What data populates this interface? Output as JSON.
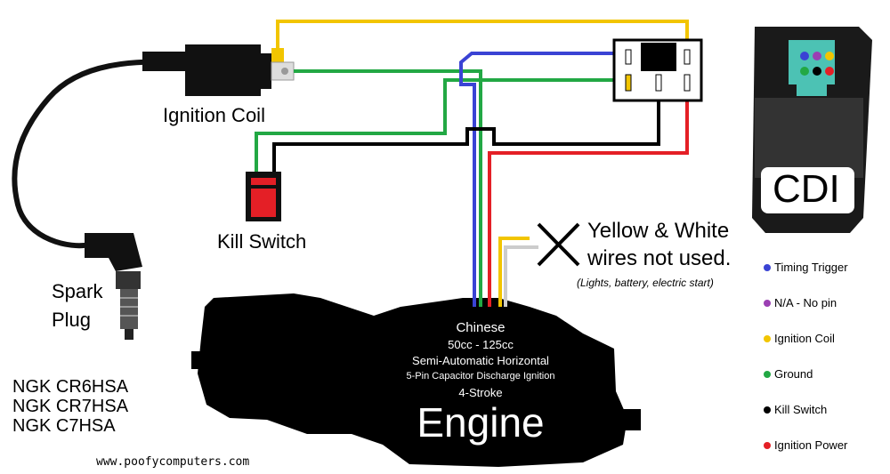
{
  "labels": {
    "ignition_coil": "Ignition Coil",
    "kill_switch": "Kill Switch",
    "spark": "Spark",
    "plug": "Plug",
    "cdi": "CDI",
    "note_line1": "Yellow & White",
    "note_line2": "wires not used.",
    "note_sub": "(Lights, battery, electric start)",
    "website": "www.poofycomputers.com"
  },
  "engine": {
    "line1": "Chinese",
    "line2": "50cc - 125cc",
    "line3": "Semi-Automatic Horizontal",
    "line4": "5-Pin Capacitor Discharge Ignition",
    "line5": "4-Stroke",
    "title": "Engine"
  },
  "spark_plug_models": [
    "NGK CR6HSA",
    "NGK CR7HSA",
    "NGK C7HSA"
  ],
  "legend": [
    {
      "label": "Timing Trigger",
      "color": "#3a43d4"
    },
    {
      "label": "N/A - No pin",
      "color": "#9b3fb3"
    },
    {
      "label": "Ignition Coil",
      "color": "#f2c500"
    },
    {
      "label": "Ground",
      "color": "#22a844"
    },
    {
      "label": "Kill Switch",
      "color": "#000000"
    },
    {
      "label": "Ignition Power",
      "color": "#e41f26"
    }
  ],
  "wire_colors": {
    "yellow": "#f2c500",
    "green": "#22a844",
    "blue": "#3a43d4",
    "black": "#000000",
    "red": "#e41f26",
    "white": "#cccccc",
    "purple": "#9b3fb3",
    "connector": "#4cc2b4"
  }
}
